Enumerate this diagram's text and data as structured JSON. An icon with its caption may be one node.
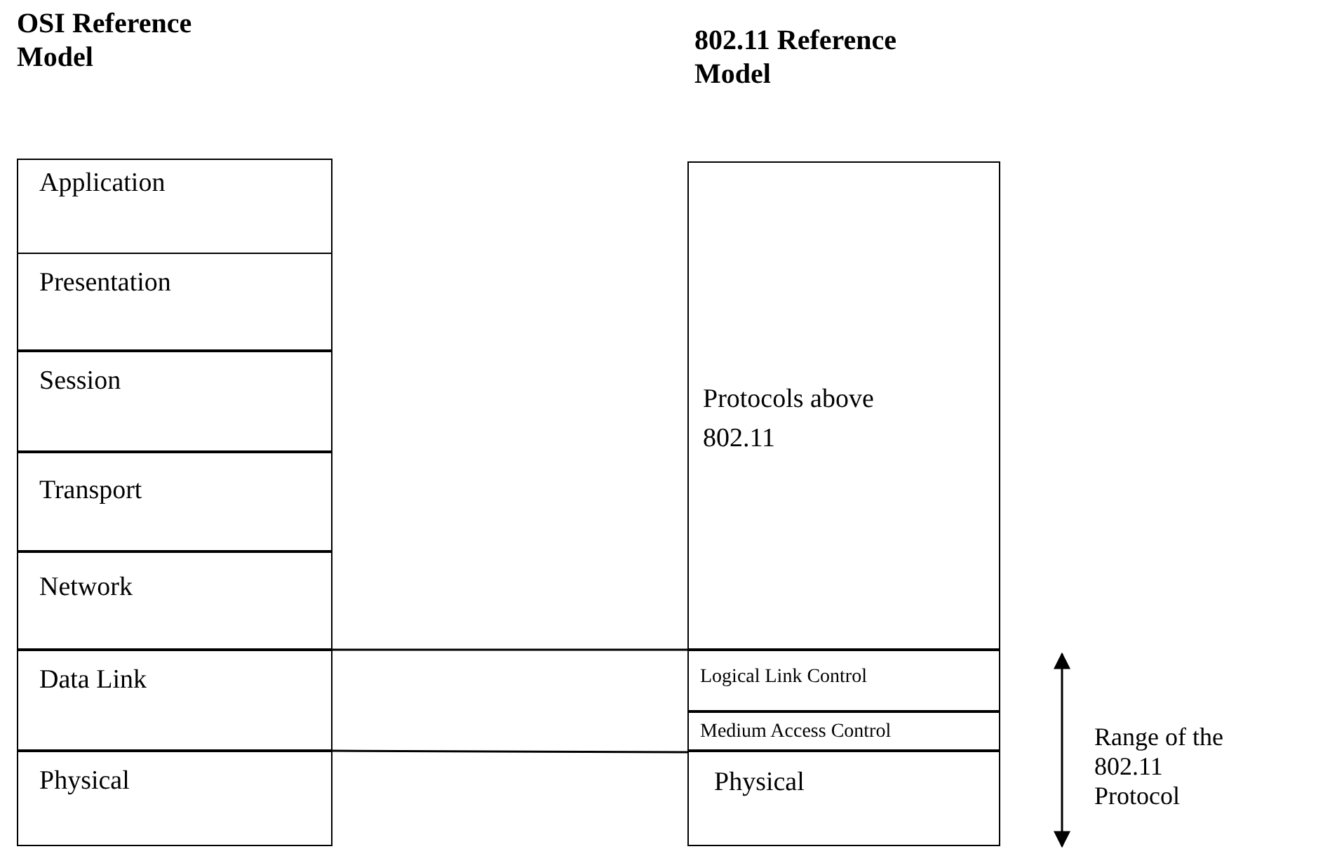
{
  "diagram": {
    "nodes": [
      {
        "text": [
          "Application"
        ]
      },
      {
        "text": [
          "Presentation"
        ]
      },
      {
        "text": [
          "Session"
        ]
      },
      {
        "text": [
          "Transport"
        ]
      },
      {
        "text": [
          "Network"
        ]
      },
      {
        "text": [
          "Data Link"
        ]
      },
      {
        "text": [
          "Physical"
        ]
      },
      {
        "text": [
          "Protocols above 802.11"
        ]
      },
      {
        "text": [
          "Logical Link Control"
        ]
      },
      {
        "text": [
          "Medium Access Control"
        ]
      },
      {
        "text": [
          "Physical"
        ]
      }
    ],
    "edges": [],
    "labels": [
      "OSI Reference Model",
      "802.11 Reference Model",
      "Range of the 802.11 Protocol"
    ]
  }
}
